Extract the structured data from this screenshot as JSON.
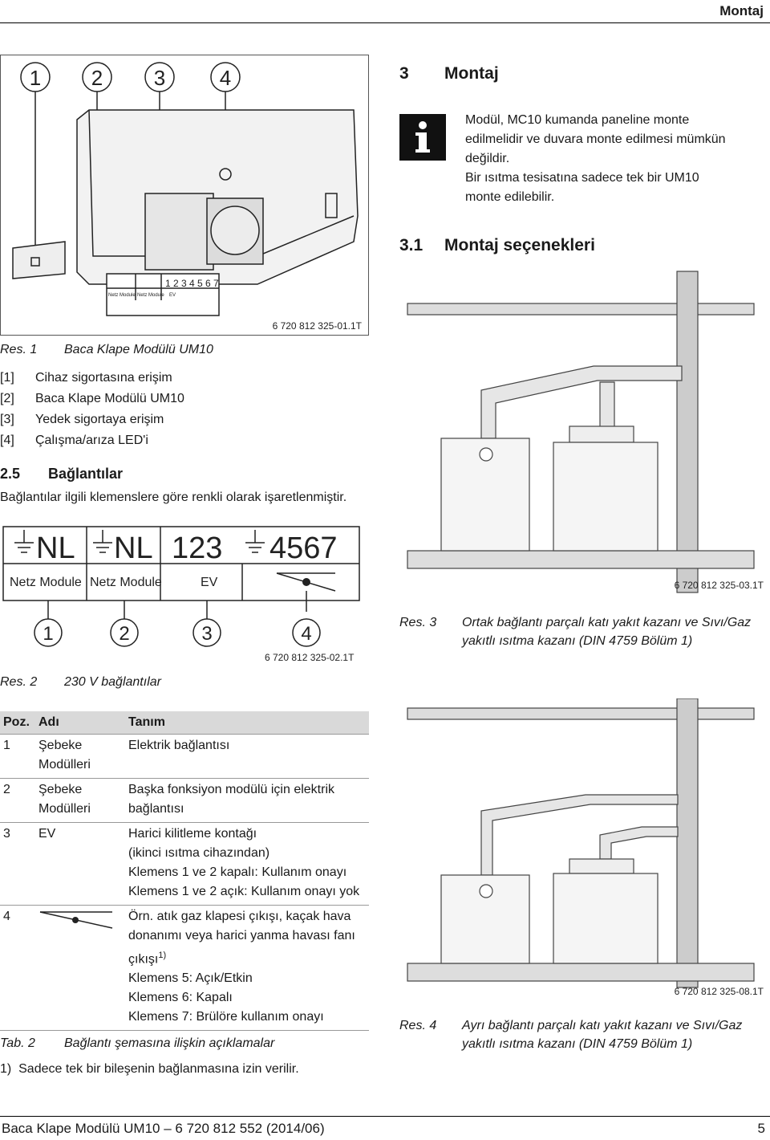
{
  "header": {
    "title": "Montaj"
  },
  "figure1": {
    "callouts": [
      "1",
      "2",
      "3",
      "4"
    ],
    "code": "6 720 812 325-01.1T",
    "mini_strip": {
      "numbers": "1 2 3 4 5 6 7",
      "label1": "Netz Module",
      "label2": "Netz Module",
      "ev": "EV"
    }
  },
  "res1": {
    "label": "Res. 1",
    "caption": "Baca Klape Modülü UM10",
    "items": [
      {
        "num": "[1]",
        "text": "Cihaz sigortasına erişim"
      },
      {
        "num": "[2]",
        "text": "Baca Klape Modülü UM10"
      },
      {
        "num": "[3]",
        "text": "Yedek sigortaya erişim"
      },
      {
        "num": "[4]",
        "text": "Çalışma/arıza LED'i"
      }
    ]
  },
  "section25": {
    "number": "2.5",
    "title": "Bağlantılar",
    "text": "Bağlantılar ilgili klemenslere göre renkli olarak işaretlenmiştir."
  },
  "figure2": {
    "group1": "NL",
    "group2": "NL",
    "group3": "123",
    "group4": "4567",
    "label1": "Netz Module",
    "label2": "Netz Module",
    "label3": "EV",
    "callouts": [
      "1",
      "2",
      "3",
      "4"
    ],
    "code": "6 720 812 325-02.1T"
  },
  "res2": {
    "label": "Res. 2",
    "caption": "230 V bağlantılar"
  },
  "table2": {
    "headers": {
      "pos": "Poz.",
      "name": "Adı",
      "desc": "Tanım"
    },
    "row1": {
      "pos": "1",
      "name": "Şebeke Modülleri",
      "desc": "Elektrik bağlantısı"
    },
    "row2": {
      "pos": "2",
      "name": "Şebeke Modülleri",
      "desc": "Başka fonksiyon modülü için elektrik bağlantısı"
    },
    "row3": {
      "pos": "3",
      "name": "EV",
      "l1": "Harici kilitleme kontağı",
      "l2": "(ikinci ısıtma cihazından)",
      "l3": "Klemens 1 ve 2 kapalı: Kullanım onayı",
      "l4": "Klemens 1 ve 2 açık: Kullanım onayı yok"
    },
    "row4": {
      "pos": "4",
      "l1": "Örn. atık gaz klapesi çıkışı, kaçak hava",
      "l2": "donanımı veya harici yanma havası fanı",
      "l3": "çıkışı",
      "l3sup": "1)",
      "l4": "Klemens 5: Açık/Etkin",
      "l5": "Klemens 6: Kapalı",
      "l6": "Klemens 7: Brülöre kullanım onayı"
    }
  },
  "tab2": {
    "label": "Tab. 2",
    "caption": "Bağlantı şemasına ilişkin açıklamalar"
  },
  "footnote": {
    "num": "1)",
    "text": "Sadece tek bir bileşenin bağlanmasına izin verilir."
  },
  "section3": {
    "number": "3",
    "title": "Montaj"
  },
  "info": {
    "l1": "Modül, MC10 kumanda paneline monte",
    "l2": "edilmelidir ve duvara monte edilmesi mümkün",
    "l3": "değildir.",
    "l4": "Bir ısıtma tesisatına sadece tek bir UM10",
    "l5": "monte edilebilir."
  },
  "section31": {
    "number": "3.1",
    "title": "Montaj seçenekleri"
  },
  "figure3": {
    "code": "6 720 812 325-03.1T"
  },
  "res3": {
    "label": "Res. 3",
    "l1": "Ortak bağlantı parçalı katı yakıt kazanı ve Sıvı/Gaz",
    "l2": "yakıtlı ısıtma kazanı (DIN 4759 Bölüm 1)"
  },
  "figure4": {
    "code": "6 720 812 325-08.1T"
  },
  "res4": {
    "label": "Res. 4",
    "l1": "Ayrı bağlantı parçalı katı yakıt kazanı ve Sıvı/Gaz",
    "l2": "yakıtlı ısıtma kazanı (DIN 4759 Bölüm 1)"
  },
  "footer": {
    "left": "Baca Klape Modülü UM10 – 6 720 812 552 (2014/06)",
    "page": "5"
  }
}
